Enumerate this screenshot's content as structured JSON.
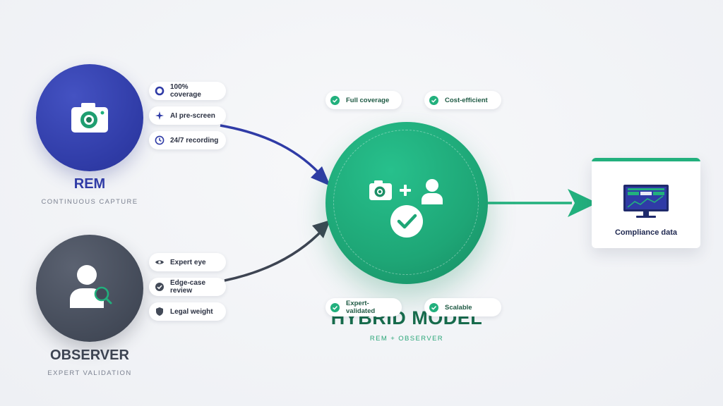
{
  "rem": {
    "title": "REM",
    "subtitle": "CONTINUOUS CAPTURE",
    "features": [
      {
        "label": "100% coverage",
        "icon": "ring-icon"
      },
      {
        "label": "AI pre-screen",
        "icon": "sparkle-icon"
      },
      {
        "label": "24/7 recording",
        "icon": "clock-icon"
      }
    ]
  },
  "observer": {
    "title": "OBSERVER",
    "subtitle": "EXPERT VALIDATION",
    "features": [
      {
        "label": "Expert eye",
        "icon": "eye-icon"
      },
      {
        "label": "Edge-case review",
        "icon": "check-circle-icon"
      },
      {
        "label": "Legal weight",
        "icon": "shield-icon"
      }
    ]
  },
  "hybrid": {
    "title": "HYBRID MODEL",
    "subtitle": "REM + OBSERVER",
    "benefits": [
      "Full coverage",
      "Cost-efficient",
      "Expert-validated",
      "Scalable"
    ]
  },
  "output": {
    "label": "Compliance data"
  },
  "colors": {
    "rem": "#2f3ba6",
    "observer": "#434a58",
    "hybrid": "#1ea676",
    "hybrid_title": "#176b4c"
  }
}
